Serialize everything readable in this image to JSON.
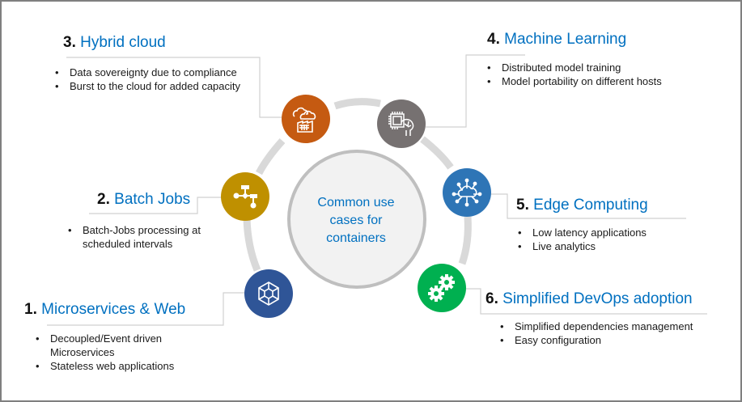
{
  "center": {
    "lines": [
      "Common use",
      "cases for",
      "containers"
    ]
  },
  "use_cases": [
    {
      "number": "1.",
      "title": "Microservices & Web",
      "icon": "network-hexagon-icon",
      "color": "#2f5597",
      "bullets": [
        "Decoupled/Event driven Microservices",
        "Stateless web applications"
      ]
    },
    {
      "number": "2.",
      "title": "Batch Jobs",
      "icon": "flowchart-icon",
      "color": "#bf9000",
      "bullets": [
        "Batch-Jobs processing at scheduled intervals"
      ]
    },
    {
      "number": "3.",
      "title": "Hybrid cloud",
      "icon": "cloud-building-icon",
      "color": "#c55a11",
      "bullets": [
        "Data sovereignty due to compliance",
        "Burst to the cloud for added capacity"
      ]
    },
    {
      "number": "4.",
      "title": "Machine Learning",
      "icon": "chip-brain-icon",
      "color": "#767171",
      "bullets": [
        "Distributed model training",
        "Model portability on different hosts"
      ]
    },
    {
      "number": "5.",
      "title": "Edge Computing",
      "icon": "cloud-network-icon",
      "color": "#2e75b6",
      "bullets": [
        "Low latency applications",
        "Live analytics"
      ]
    },
    {
      "number": "6.",
      "title": "Simplified DevOps adoption",
      "icon": "gears-icon",
      "color": "#00b050",
      "bullets": [
        "Simplified dependencies management",
        "Easy configuration"
      ]
    }
  ]
}
